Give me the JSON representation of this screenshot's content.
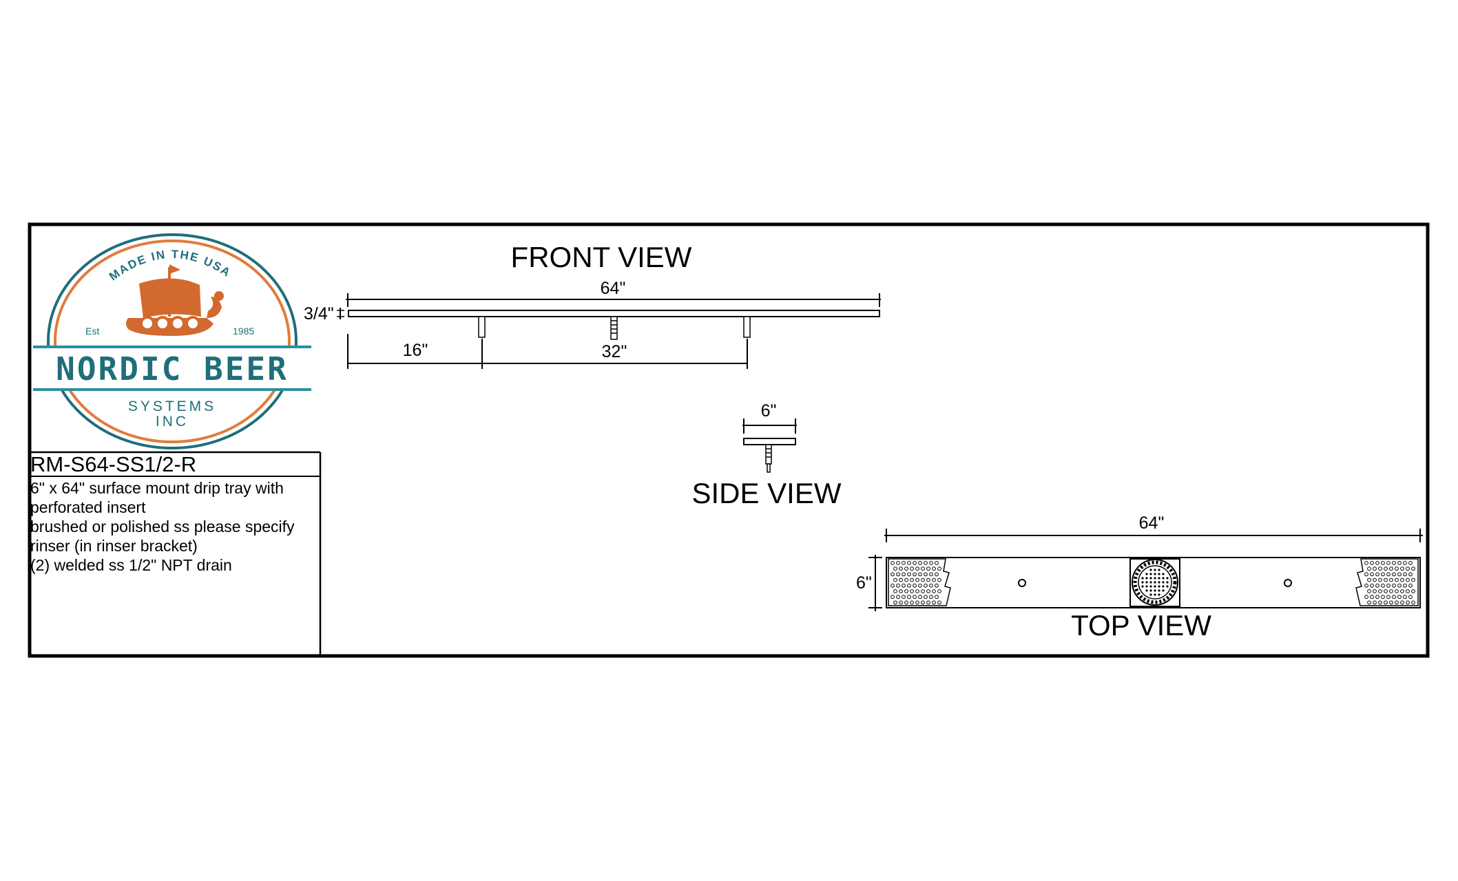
{
  "logo": {
    "arc_text": "MADE IN THE USA",
    "est_label": "Est",
    "year": "1985",
    "brand": "NORDIC BEER",
    "sub1": "SYSTEMS",
    "sub2": "INC",
    "colors": {
      "teal": "#1f6e7a",
      "orange": "#d2692e",
      "ring": "#e07c3c"
    }
  },
  "title_block": {
    "model": "RM-S64-SS1/2-R",
    "lines": [
      "6\" x 64\" surface mount drip tray with perforated insert",
      "brushed or polished ss please specify",
      "rinser (in rinser bracket)",
      "(2) welded ss 1/2\" NPT drain"
    ]
  },
  "front_view": {
    "title": "FRONT VIEW",
    "length": "64\"",
    "height": "3/4\"",
    "offset": "16\"",
    "spacing": "32\""
  },
  "side_view": {
    "title": "SIDE VIEW",
    "width": "6\""
  },
  "top_view": {
    "title": "TOP VIEW",
    "length": "64\"",
    "width": "6\""
  }
}
